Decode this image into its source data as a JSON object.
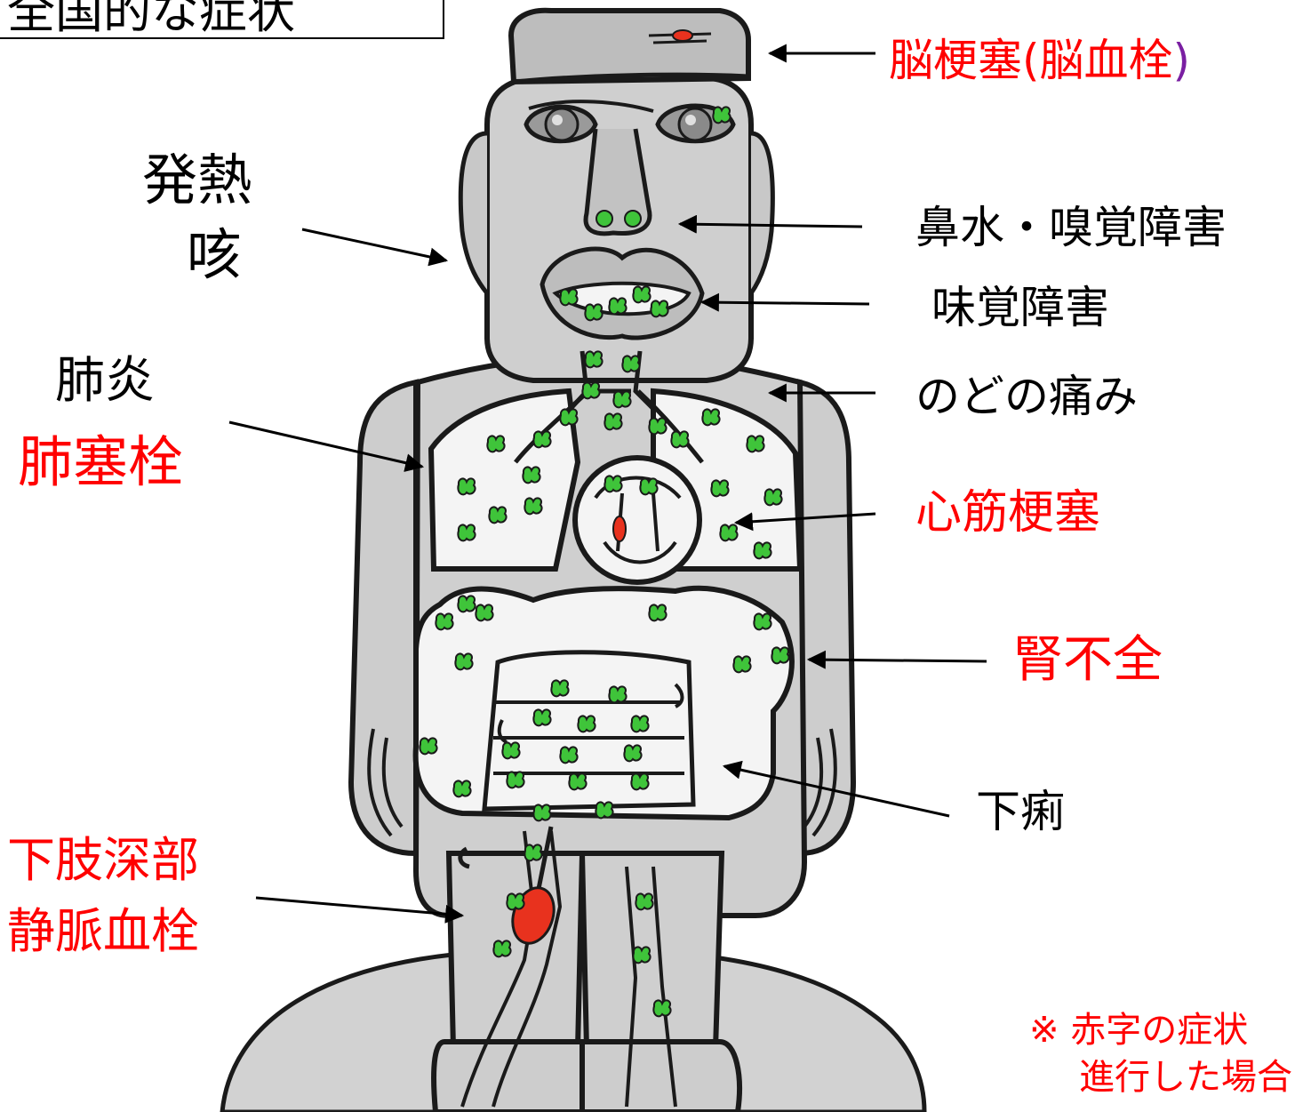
{
  "title": "全国的な症状",
  "colors": {
    "body_fill": "#cfcfcf",
    "outline": "#1a1a1a",
    "organ_fill": "#f4f4f4",
    "virus_green": "#3fc43a",
    "clot_red": "#e8321e",
    "label_red": "#ff0000",
    "label_black": "#000000"
  },
  "labels": {
    "stroke": "脳梗塞(脳血栓",
    "stroke_paren": ")",
    "nose": "鼻水・嗅覚障害",
    "taste": "味覚障害",
    "throat": "のどの痛み",
    "heart": "心筋梗塞",
    "kidney": "腎不全",
    "diarrhea": "下痢",
    "fever": "発熱",
    "cough": "咳",
    "pneumonia": "肺炎",
    "pulmonary_embolism": "肺塞栓",
    "dvt_line1": "下肢深部",
    "dvt_line2": "静脈血栓"
  },
  "note": {
    "line1": "※ 赤字の症状",
    "line2": "進行した場合"
  }
}
